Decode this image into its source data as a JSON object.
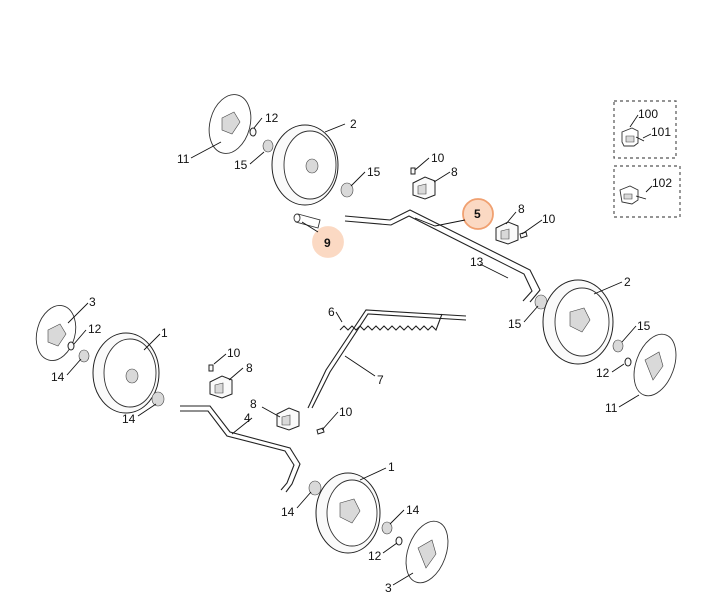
{
  "diagram": {
    "callouts": {
      "c100": "100",
      "c101": "101",
      "c102": "102",
      "c2a": "2",
      "c12a": "12",
      "c11a": "11",
      "c15a": "15",
      "c15b": "15",
      "c10a": "10",
      "c8a": "8",
      "c5": "5",
      "c8b": "8",
      "c10b": "10",
      "c9": "9",
      "c13": "13",
      "c2b": "2",
      "c15c": "15",
      "c15d": "15",
      "c12b": "12",
      "c11b": "11",
      "c6": "6",
      "c7": "7",
      "c3a": "3",
      "c12c": "12",
      "c1a": "1",
      "c14a": "14",
      "c14b": "14",
      "c10c": "10",
      "c8c": "8",
      "c4": "4",
      "c8d": "8",
      "c10d": "10",
      "c1b": "1",
      "c14c": "14",
      "c14d": "14",
      "c12d": "12",
      "c3b": "3"
    },
    "highlight_color": "#f0a070",
    "highlight_fill": "#fbd9c3"
  }
}
